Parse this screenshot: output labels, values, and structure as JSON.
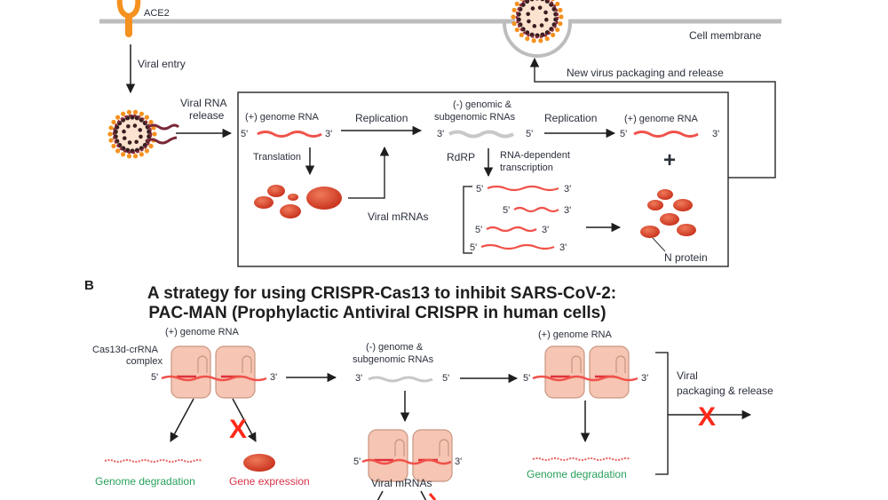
{
  "colors": {
    "rna_positive": "#f0524a",
    "rna_negative": "#c8c8c8",
    "protein": "#d9432c",
    "membrane": "#bdbdbd",
    "ace2": "#f5911e",
    "cas13": "#f6c5b3",
    "block_x": "#ff2a1a",
    "degradation_text": "#27a05a",
    "gene_expression_text": "#d8334a"
  },
  "panel_a": {
    "receptor_label": "ACE2",
    "membrane_label": "Cell membrane",
    "viral_entry_label": "Viral entry",
    "release_label_line1": "Viral RNA",
    "release_label_line2": "release",
    "packaging_label": "New virus packaging and release",
    "genome_rna_label": "(+) genome RNA",
    "five_prime": "5'",
    "three_prime": "3'",
    "translation_label": "Translation",
    "replication_label": "Replication",
    "neg_rna_label_line1": "(-) genomic &",
    "neg_rna_label_line2": "subgenomic RNAs",
    "rdrp_label": "RdRP",
    "transcription_label_line1": "RNA-dependent",
    "transcription_label_line2": "transcription",
    "viral_mrnas_label": "Viral mRNAs",
    "plus_sign": "+",
    "n_protein_label": "N protein"
  },
  "panel_b": {
    "panel_letter": "B",
    "title_line1": "A strategy for using CRISPR-Cas13 to inhibit SARS-CoV-2:",
    "title_line2": "PAC-MAN (Prophylactic Antiviral CRISPR in human cells)",
    "genome_rna_label": "(+) genome RNA",
    "complex_label_line1": "Cas13d-crRNA",
    "complex_label_line2": "complex",
    "neg_rna_label_line1": "(-) genome &",
    "neg_rna_label_line2": "subgenomic RNAs",
    "five_prime": "5'",
    "three_prime": "3'",
    "genome_degradation_label": "Genome degradation",
    "gene_expression_label": "Gene expression",
    "viral_mrnas_label": "Viral mRNAs",
    "packaging_label_line1": "Viral",
    "packaging_label_line2": "packaging & release",
    "blocked_mark": "X"
  }
}
